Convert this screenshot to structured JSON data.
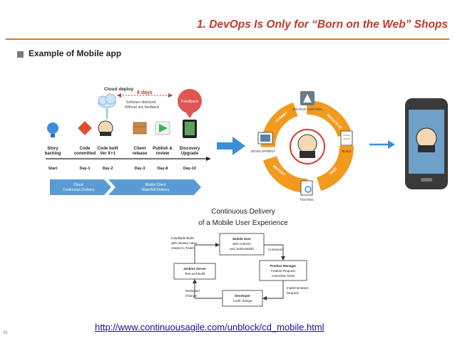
{
  "slide": {
    "title": "1. DevOps Is Only for “Born on the Web” Shops",
    "bullet": "Example of Mobile app",
    "url": "http://www.continuousagile.com/unblock/cd_mobile.html",
    "page_number": "26"
  },
  "timeline": {
    "cloud_deploy": "Cloud deploy",
    "days_label": "8 days",
    "note_line1": "Software deployed",
    "note_line2": "Without any feedback",
    "feedback": "Feedback",
    "steps": [
      {
        "label1": "Story",
        "label2": "backlog",
        "day": "Start"
      },
      {
        "label1": "Code",
        "label2": "committed",
        "day": "Day-1"
      },
      {
        "label1": "Code built",
        "label2": "Ver X+1",
        "day": "Day-2"
      },
      {
        "label1": "Client",
        "label2": "release",
        "day": "Day-3"
      },
      {
        "label1": "Publish &",
        "label2": "review",
        "day": "Day-8"
      },
      {
        "label1": "Discovery",
        "label2": "Upgrade",
        "day": "Day-10"
      }
    ],
    "banner1_line1": "Cloud",
    "banner1_line2": "Continuous Delivery",
    "banner2_line1": "Mobile Client",
    "banner2_line2": "Waterfall Delivery"
  },
  "cycle": {
    "arc_labels": [
      "COMMIT",
      "INITIATE CI",
      "TEST",
      "REPORT"
    ],
    "nodes": {
      "source": "SOURCE CONTROL",
      "development": "DEVELOPMENT",
      "build": "BUILD",
      "testing": "TESTING"
    }
  },
  "cd_diagram": {
    "title_line1": "Continuous Delivery",
    "title_line2": "of a Mobile User Experience",
    "boxes": {
      "mobile_user": [
        "Mobile User",
        "with Android,",
        "and JenkinsMobi"
      ],
      "product_manager": [
        "Product Manager",
        "Feature Request",
        "Assembla Ticket"
      ],
      "developer": [
        "Developer",
        "Code change"
      ],
      "jenkins": [
        "Jenkins Server",
        "Test and Build"
      ]
    },
    "edges": {
      "installable": [
        "Installable Build",
        "with release notes",
        "related to Ticket"
      ],
      "comments": [
        "Comments"
      ],
      "implementation": [
        "Implementation",
        "Request"
      ],
      "reviewed": [
        "Reviewed",
        "Change"
      ]
    }
  },
  "colors": {
    "title": "#c0392b",
    "rule": "#e07b1f",
    "arrow_blue": "#3a8fd8",
    "cycle_orange": "#f29a1d",
    "jenkins_red": "#d33833"
  },
  "icons": [
    "bulb-icon",
    "git-icon",
    "jenkins-icon",
    "cloud-icon",
    "box-icon",
    "play-store-icon",
    "tablet-icon",
    "phone-icon"
  ]
}
